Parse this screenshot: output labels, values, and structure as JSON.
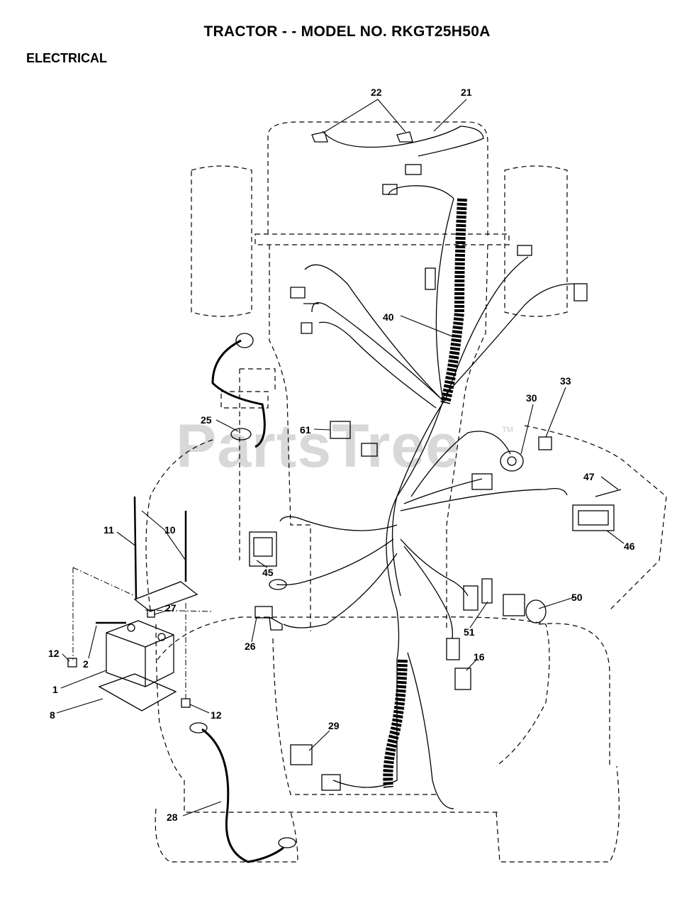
{
  "header": {
    "title": "TRACTOR - - MODEL NO. RKGT25H50A",
    "section": "ELECTRICAL"
  },
  "watermark": {
    "text": "PartsTree",
    "tm": "TM"
  },
  "callouts": {
    "c1": "1",
    "c2": "2",
    "c8": "8",
    "c10": "10",
    "c11": "11",
    "c12a": "12",
    "c12b": "12",
    "c16": "16",
    "c21": "21",
    "c22": "22",
    "c25": "25",
    "c26": "26",
    "c27": "27",
    "c28": "28",
    "c29": "29",
    "c30": "30",
    "c33": "33",
    "c40": "40",
    "c45": "45",
    "c46": "46",
    "c47": "47",
    "c50": "50",
    "c51": "51",
    "c61": "61"
  }
}
